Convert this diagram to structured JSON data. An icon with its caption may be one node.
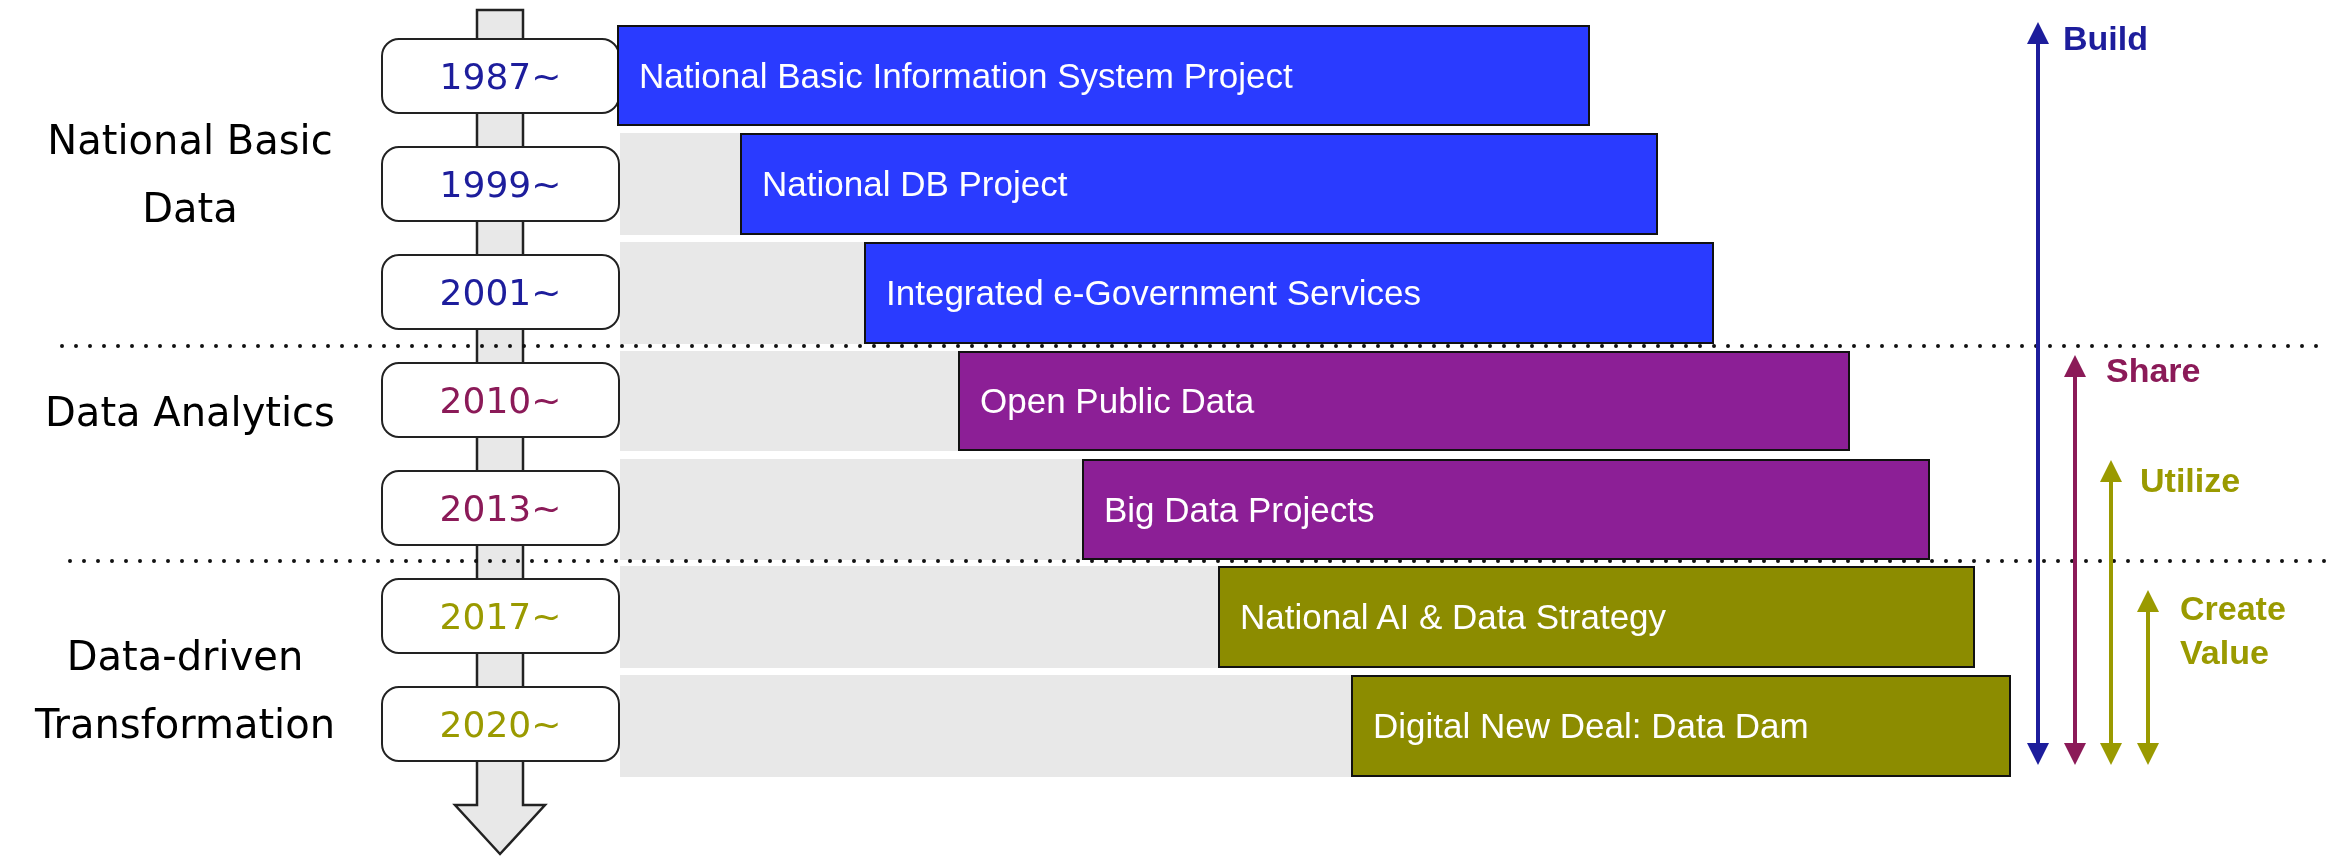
{
  "diagram": {
    "nodes": [
      {
        "text": [
          "1987~"
        ]
      },
      {
        "text": [
          "National Basic Information System Project"
        ]
      },
      {
        "text": [
          "1999~"
        ]
      },
      {
        "text": [
          "National DB Project"
        ]
      },
      {
        "text": [
          "2001~"
        ]
      },
      {
        "text": [
          "Integrated e-Government Services"
        ]
      },
      {
        "text": [
          "2010~"
        ]
      },
      {
        "text": [
          "Open Public Data"
        ]
      },
      {
        "text": [
          "2013~"
        ]
      },
      {
        "text": [
          "Big Data Projects"
        ]
      },
      {
        "text": [
          "2017~"
        ]
      },
      {
        "text": [
          "National AI & Data Strategy"
        ]
      },
      {
        "text": [
          "2020~"
        ]
      },
      {
        "text": [
          "Digital New Deal: Data Dam"
        ]
      }
    ],
    "labels": [
      "Build",
      "National Basic Data",
      "Share",
      "Data Analytics",
      "Utilize",
      "Create Value",
      "Data-driven Transformation"
    ]
  }
}
